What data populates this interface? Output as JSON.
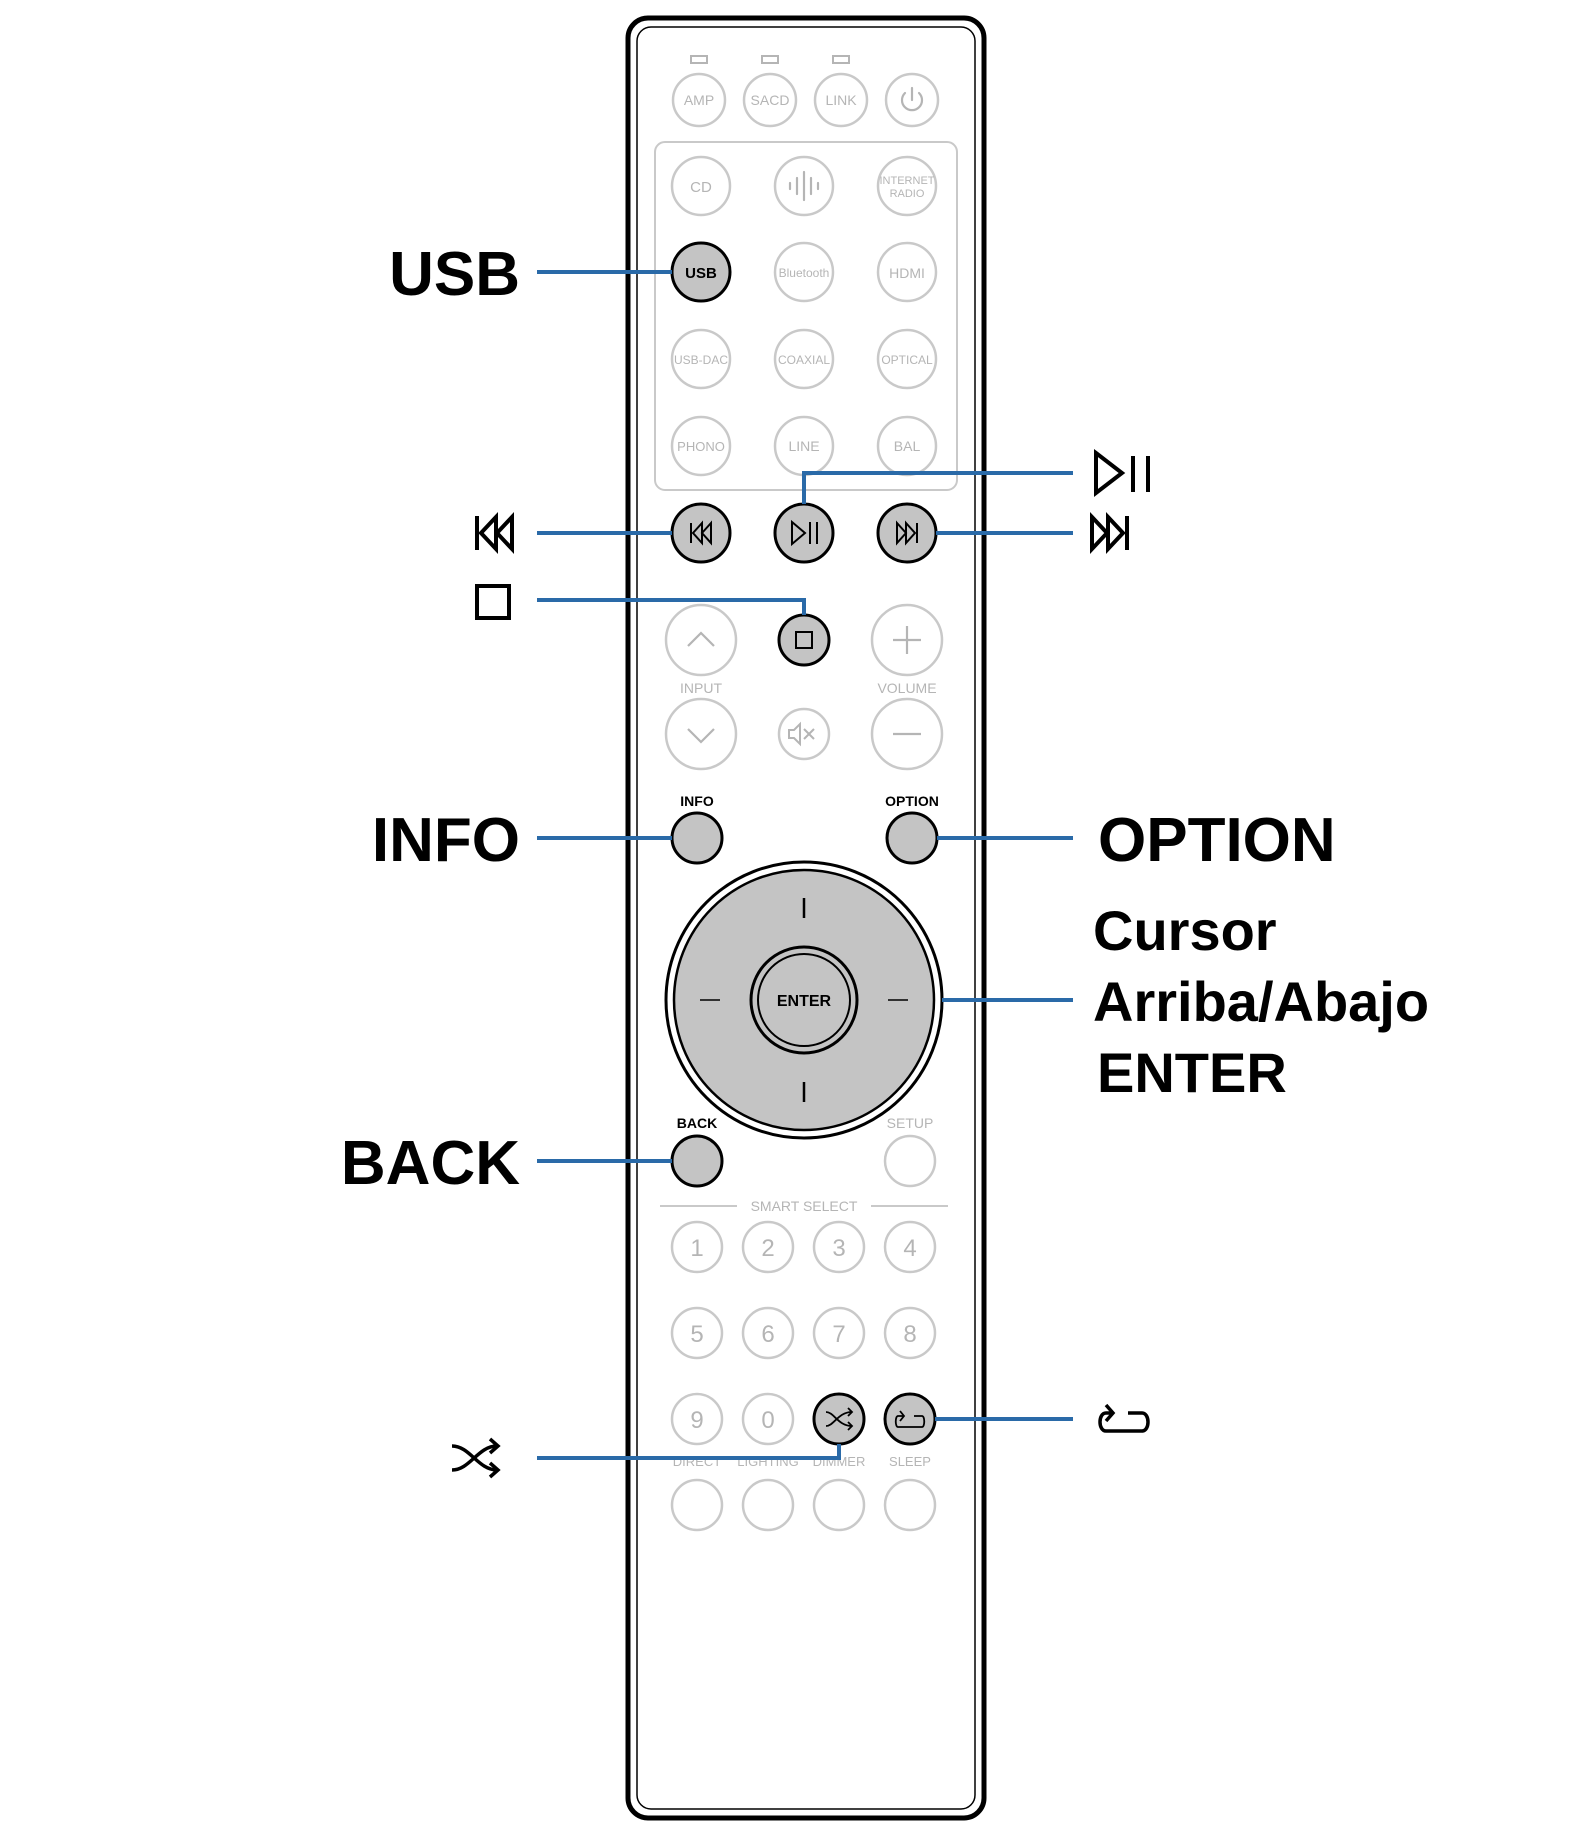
{
  "remote": {
    "indicators": [
      "AMP",
      "SACD",
      "LINK"
    ],
    "top_buttons": [
      "AMP",
      "SACD",
      "LINK",
      "power-icon"
    ],
    "source_buttons": [
      [
        "CD",
        "heos-icon",
        "INTERNET RADIO"
      ],
      [
        "USB",
        "Bluetooth",
        "HDMI"
      ],
      [
        "USB-DAC",
        "COAXIAL",
        "OPTICAL"
      ],
      [
        "PHONO",
        "LINE",
        "BAL"
      ]
    ],
    "transport": [
      "skip-back-icon",
      "play-pause-icon",
      "skip-forward-icon"
    ],
    "stop": "stop-icon",
    "input_label": "INPUT",
    "volume_label": "VOLUME",
    "mute": "mute-icon",
    "info_label": "INFO",
    "option_label": "OPTION",
    "enter_label": "ENTER",
    "back_label": "BACK",
    "setup_label": "SETUP",
    "smart_select_label": "SMART SELECT",
    "number_keys": [
      "1",
      "2",
      "3",
      "4",
      "5",
      "6",
      "7",
      "8",
      "9",
      "0"
    ],
    "bottom_labels": [
      "DIRECT",
      "LIGHTING",
      "DIMMER",
      "SLEEP"
    ],
    "random": "random-icon",
    "repeat": "repeat-icon"
  },
  "callouts": {
    "usb": "USB",
    "info": "INFO",
    "back": "BACK",
    "option": "OPTION",
    "cursor_line1": "Cursor",
    "cursor_line2": "Arriba/Abajo",
    "cursor_line3": "ENTER"
  },
  "colors": {
    "leader": "#2a6aa8",
    "highlight_fill": "#c4c4c4",
    "inactive_stroke": "#c9c9c9",
    "inactive_text": "#b5b5b5"
  }
}
